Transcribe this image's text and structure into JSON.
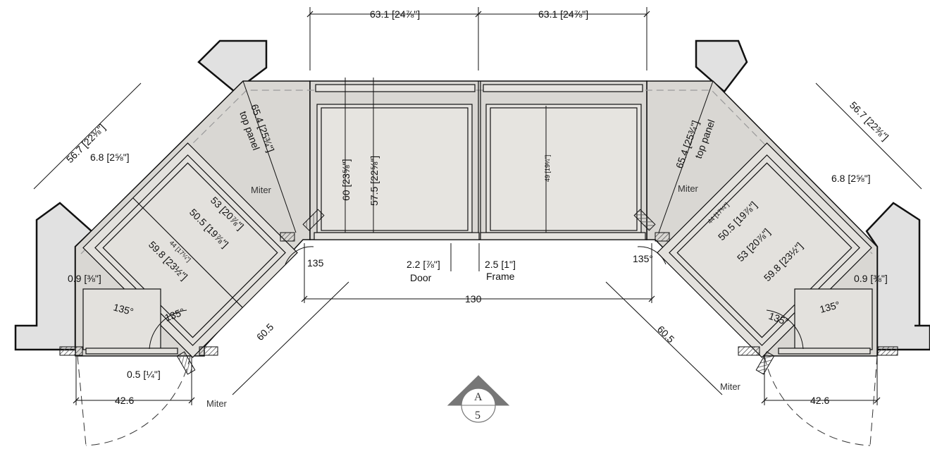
{
  "dimensions": {
    "top_left_width": "63.1 [24⅞\"]",
    "top_right_width": "63.1 [24⅞\"]",
    "overall_width": "130",
    "left_diag_outer": "56.7 [22⅜\"]",
    "right_diag_outer": "56.7 [22⅜\"]",
    "left_top_panel": "65.4 [25¾\"]",
    "left_top_panel_label": "top panel",
    "right_top_panel": "65.4 [25¾\"]",
    "right_top_panel_label": "top panel",
    "center_h1": "60 [23⅝\"]",
    "center_h2": "57.5 [22⅝\"]",
    "center_h3": "49 [19¼\"]",
    "left_d_68": "6.8 [2⅝\"]",
    "right_d_68": "6.8 [2⅝\"]",
    "left_d_53": "53 [20⅞\"]",
    "left_d_505": "50.5 [19⅞\"]",
    "left_d_44": "44 [17¼\"]",
    "left_d_598": "59.8 [23½\"]",
    "right_d_53": "53 [20⅞\"]",
    "right_d_505": "50.5 [19⅞\"]",
    "right_d_44": "44 [17¼\"]",
    "right_d_598": "59.8 [23½\"]",
    "left_09": "0.9 [⅜\"]",
    "right_09": "0.9 [⅜\"]",
    "left_05": "0.5 [¼\"]",
    "door_gap": "2.2 [⅞\"]",
    "door_label": "Door",
    "frame_gap": "2.5 [1\"]",
    "frame_label": "Frame",
    "left_605": "60.5",
    "right_605": "60.5",
    "left_426": "42.6",
    "right_426": "42.6",
    "angle_135_a": "135",
    "angle_135_b": "135°",
    "angle_135_c": "135°",
    "angle_135_d": "135°",
    "angle_135_e": "135°",
    "angle_135_f": "135°",
    "miter_1": "Miter",
    "miter_2": "Miter",
    "miter_3": "Miter",
    "miter_4": "Miter"
  },
  "section_marker": {
    "letter": "A",
    "number": "5"
  },
  "colors": {
    "panel": "#d9d7d3",
    "wall": "#e1e1e1",
    "line": "#111111",
    "dash": "#9a9a9a"
  }
}
